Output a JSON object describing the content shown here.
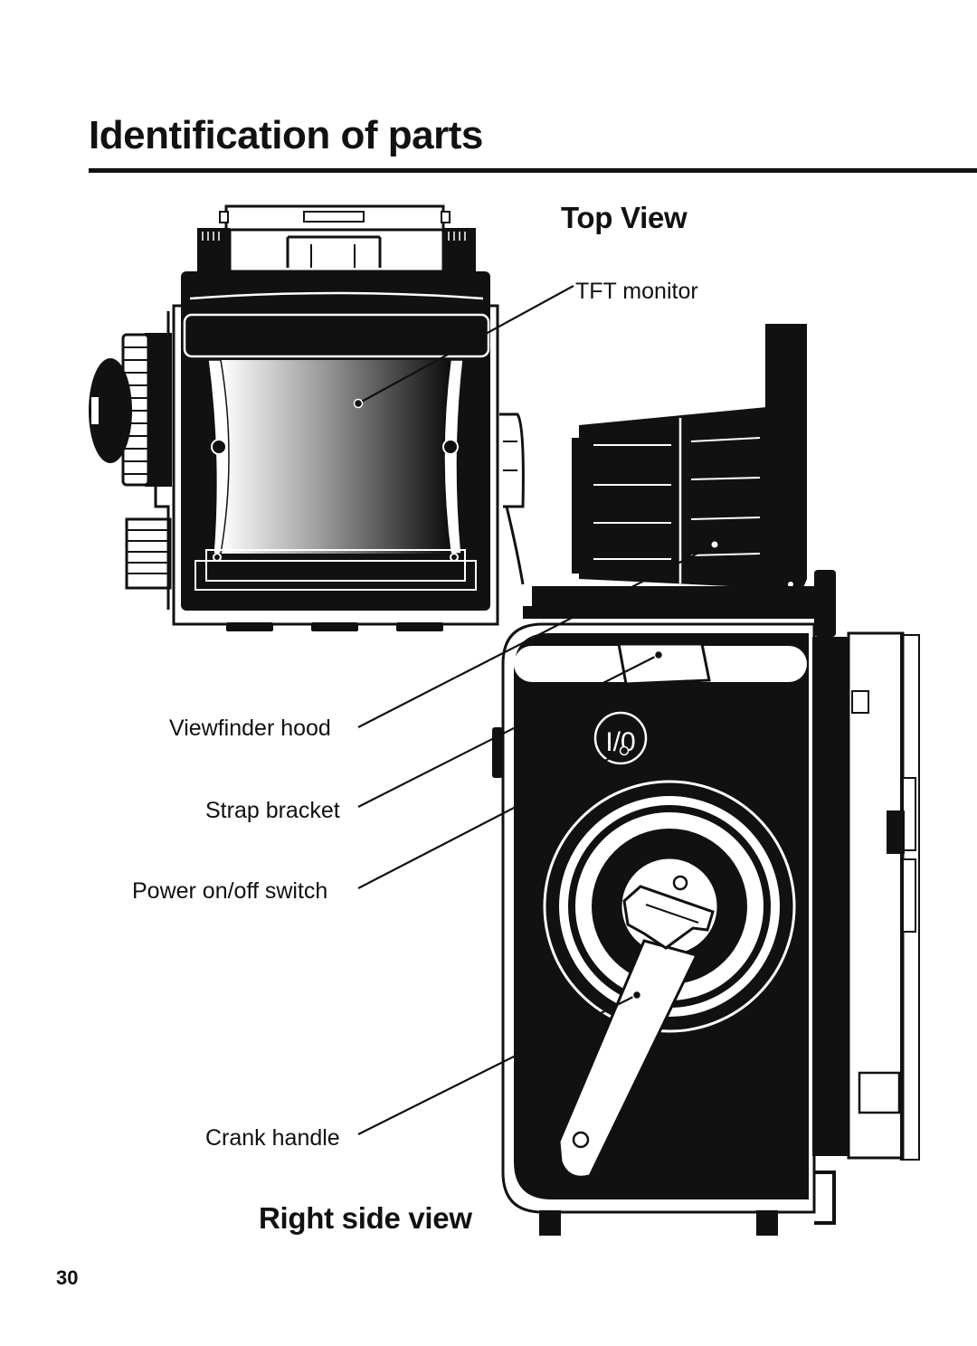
{
  "page": {
    "title": "Identification of parts",
    "number": "30"
  },
  "views": {
    "top": {
      "heading": "Top View"
    },
    "right_side": {
      "heading": "Right side view"
    }
  },
  "callouts": {
    "tft_monitor": "TFT  monitor",
    "viewfinder_hood": "Viewfinder hood",
    "strap_bracket": "Strap bracket",
    "power_switch": "Power on/off switch",
    "crank_handle": "Crank handle",
    "power_switch_mark": "I/0"
  },
  "colors": {
    "ink": "#111111",
    "paper": "#ffffff"
  }
}
